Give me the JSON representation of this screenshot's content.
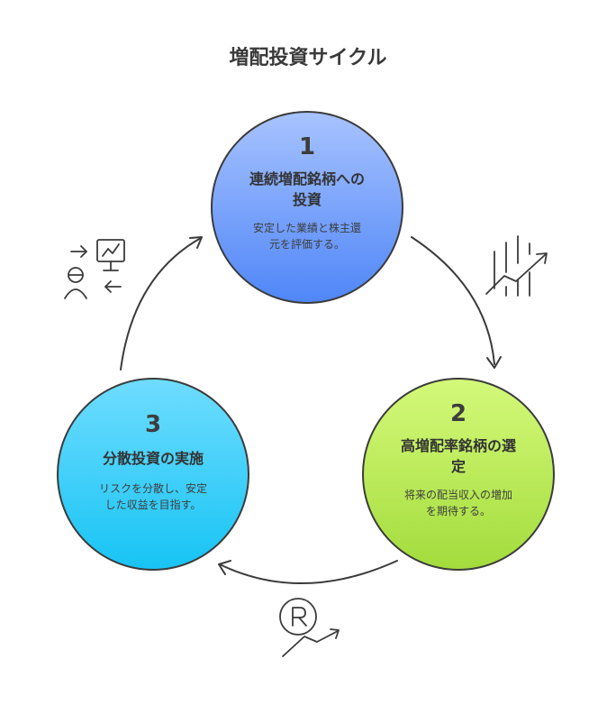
{
  "title": "増配投資サイクル",
  "steps": [
    {
      "number": "1",
      "title_lines": [
        "連続増配銘柄への",
        "投資"
      ],
      "desc_lines": [
        "安定した業績と株主還",
        "元を評価する。"
      ]
    },
    {
      "number": "2",
      "title_lines": [
        "高増配率銘柄の選",
        "定"
      ],
      "desc_lines": [
        "将来の配当収入の増加",
        "を期待する。"
      ]
    },
    {
      "number": "3",
      "title_lines": [
        "分散投資の実施"
      ],
      "desc_lines": [
        "リスクを分散し、安定",
        "した収益を目指す。"
      ]
    }
  ],
  "colors": {
    "step1_top": "#a8c3ff",
    "step1_bottom": "#4f86f7",
    "step2_top": "#d4f97a",
    "step2_bottom": "#a3dc3c",
    "step3_top": "#6fdcff",
    "step3_bottom": "#17c4f4",
    "stroke": "#3b3b3b"
  },
  "icons": [
    "person-chart-cycle-icon",
    "growth-chart-icon",
    "dividend-growth-icon"
  ]
}
